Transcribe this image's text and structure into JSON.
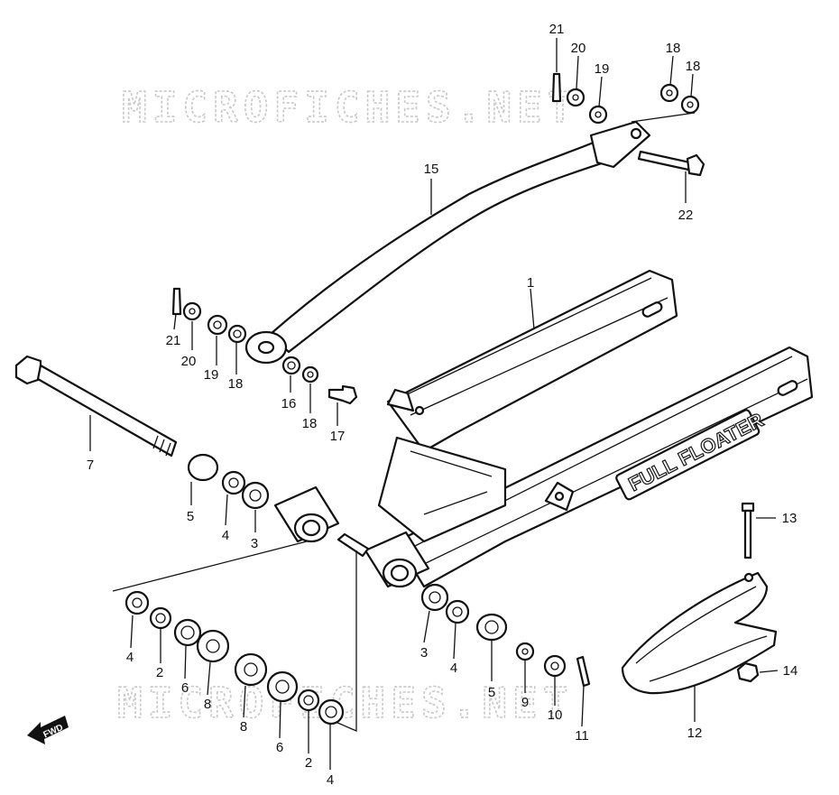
{
  "watermark": "MICROFICHES.NET",
  "logo_text": "FULL FLOATER",
  "fwd_label": "FWD",
  "labels": {
    "l1": "1",
    "l2a": "2",
    "l2b": "2",
    "l3a": "3",
    "l3b": "3",
    "l4a": "4",
    "l4b": "4",
    "l4c": "4",
    "l4d": "4",
    "l5a": "5",
    "l5b": "5",
    "l6a": "6",
    "l6b": "6",
    "l7": "7",
    "l8a": "8",
    "l8b": "8",
    "l9": "9",
    "l10": "10",
    "l11": "11",
    "l12": "12",
    "l13": "13",
    "l14": "14",
    "l15": "15",
    "l16": "16",
    "l17": "17",
    "l18a": "18",
    "l18b": "18",
    "l18c": "18",
    "l18d": "18",
    "l19a": "19",
    "l19b": "19",
    "l20a": "20",
    "l20b": "20",
    "l21a": "21",
    "l21b": "21",
    "l22": "22"
  },
  "colors": {
    "ink": "#111111",
    "paper": "#ffffff",
    "watermark": "#c8c8c8"
  }
}
